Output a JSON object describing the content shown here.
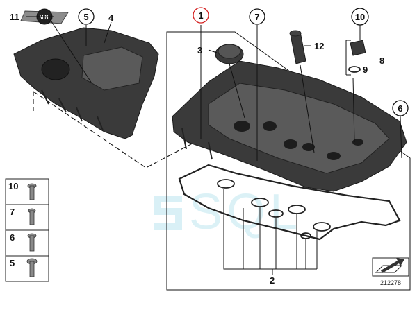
{
  "callouts": {
    "c1": "1",
    "c2": "2",
    "c3": "3",
    "c4": "4",
    "c5": "5",
    "c6": "6",
    "c7": "7",
    "c8": "8",
    "c9": "9",
    "c10": "10",
    "c11": "11",
    "c12": "12"
  },
  "legend": {
    "items": [
      {
        "num": "10"
      },
      {
        "num": "7"
      },
      {
        "num": "6"
      },
      {
        "num": "5"
      }
    ]
  },
  "emblem_text": "MINI",
  "watermark": "SQL",
  "figure_number": "212278"
}
